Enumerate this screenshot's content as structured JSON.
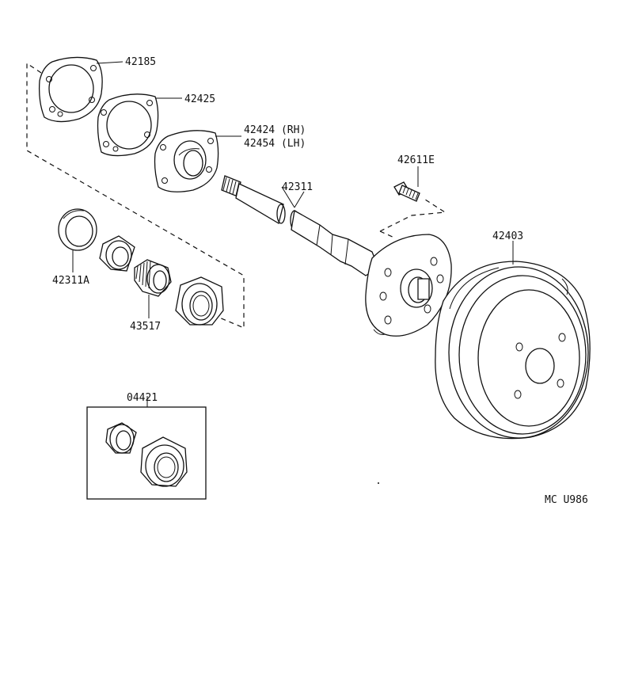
{
  "diagram_code": "MC U986",
  "parts": {
    "gasket_42185": "42185",
    "gasket_42425": "42425",
    "retainer_rh": "42424 (RH)",
    "retainer_lh": "42454 (LH)",
    "hub_bolt": "42611E",
    "axle_shaft": "42311",
    "brake_drum": "42403",
    "oil_seal": "42311A",
    "bearing_43517": "43517",
    "bearing_kit": "04421"
  }
}
